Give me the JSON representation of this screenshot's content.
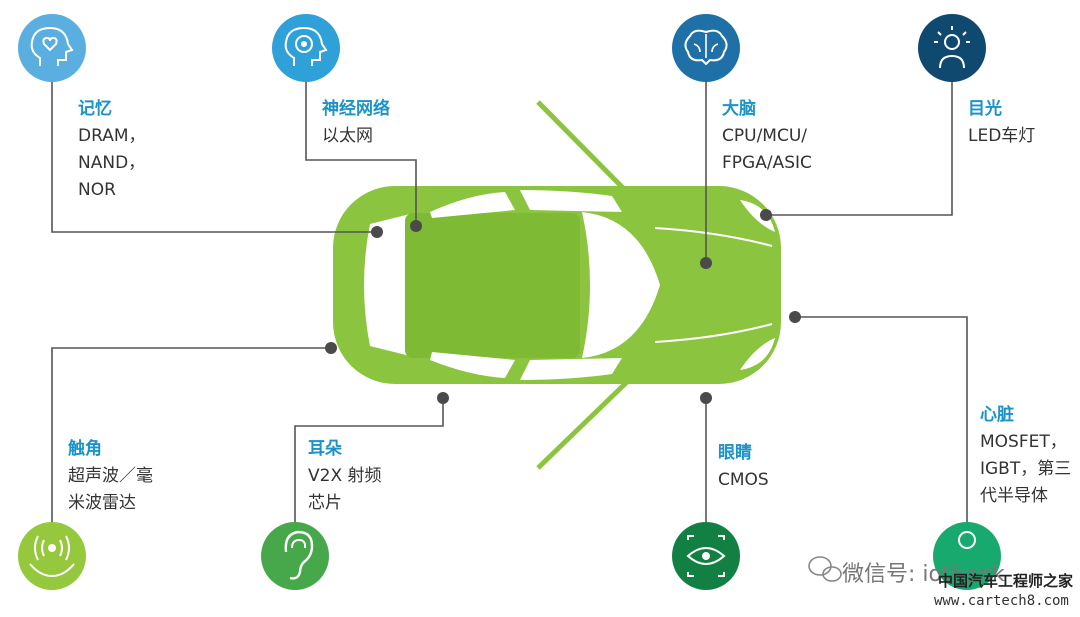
{
  "colors": {
    "car_green": "#8bc43e",
    "window_white": "#ffffff",
    "line_gray": "#555555",
    "dot_gray": "#4a4a4a",
    "title_blue": "#1b93c9"
  },
  "components": [
    {
      "id": "memory",
      "title": "记忆",
      "desc": "DRAM，\nNAND，\nNOR",
      "icon": "head-heart-icon",
      "icon_color": "#5aaee0"
    },
    {
      "id": "neural",
      "title": "神经网络",
      "desc": "以太网",
      "icon": "head-network-icon",
      "icon_color": "#2fa0d8"
    },
    {
      "id": "brain",
      "title": "大脑",
      "desc": "CPU/MCU/\nFPGA/ASIC",
      "icon": "brain-icon",
      "icon_color": "#1f70a6"
    },
    {
      "id": "eyes-light",
      "title": "目光",
      "desc": "LED车灯",
      "icon": "person-bulb-icon",
      "icon_color": "#10496f"
    },
    {
      "id": "touch",
      "title": "触角",
      "desc": "超声波／毫\n米波雷达",
      "icon": "hands-waves-icon",
      "icon_color": "#95c83d"
    },
    {
      "id": "ears",
      "title": "耳朵",
      "desc": "V2X 射频\n芯片",
      "icon": "ear-icon",
      "icon_color": "#46a84a"
    },
    {
      "id": "eyes",
      "title": "眼睛",
      "desc": "CMOS",
      "icon": "eye-scan-icon",
      "icon_color": "#138043"
    },
    {
      "id": "heart",
      "title": "心脏",
      "desc": "MOSFET，\nIGBT，第三\n代半导体",
      "icon": "circle-icon",
      "icon_color": "#18a96e"
    }
  ],
  "watermark": {
    "wechat": "微信号: iotbank",
    "site_cn": "中国汽车工程师之家",
    "url": "www.cartech8.com"
  }
}
